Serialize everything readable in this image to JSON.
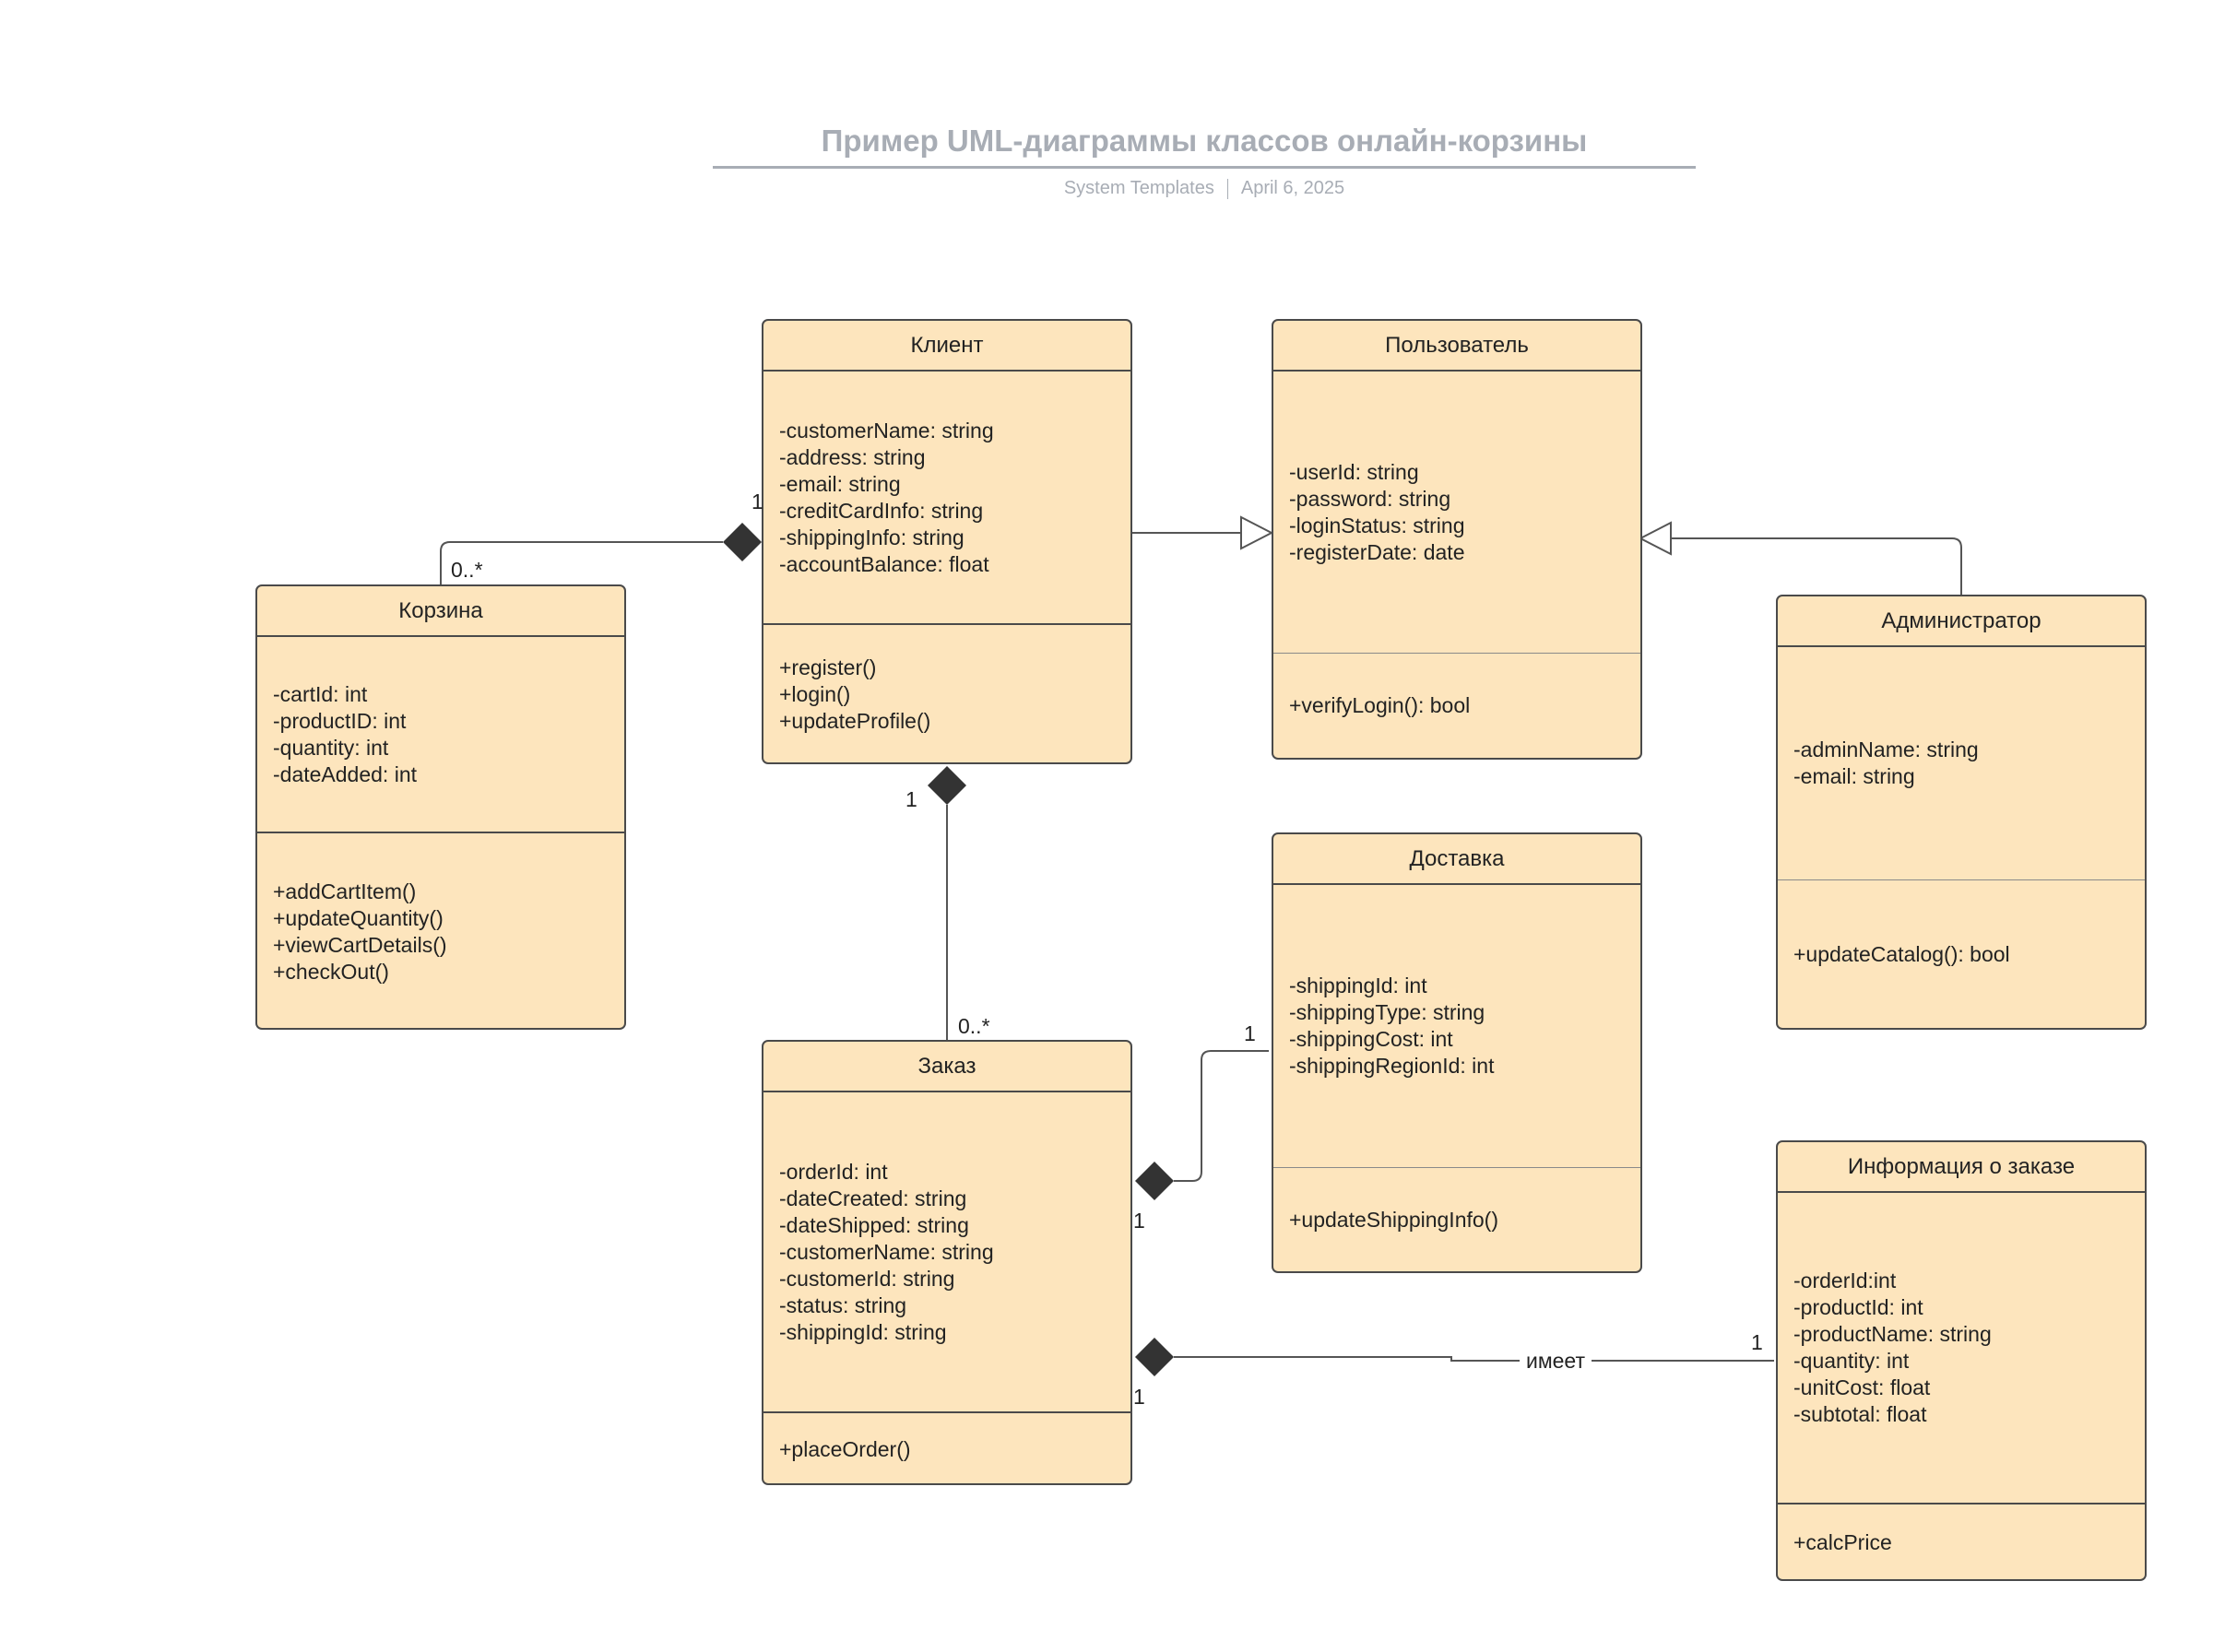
{
  "diagram": {
    "title": "Пример UML-диаграммы классов онлайн-корзины",
    "author": "System Templates",
    "date": "April 6, 2025"
  },
  "classes": {
    "klient": {
      "name": "Клиент",
      "attributes": [
        "-customerName: string",
        "-address: string",
        "-email: string",
        "-creditCardInfo: string",
        "-shippingInfo: string",
        "-accountBalance: float"
      ],
      "operations": [
        "+register()",
        "+login()",
        "+updateProfile()"
      ]
    },
    "polzovatel": {
      "name": "Пользователь",
      "attributes": [
        "-userId: string",
        "-password: string",
        "-loginStatus: string",
        "-registerDate: date"
      ],
      "operations": [
        "+verifyLogin(): bool"
      ]
    },
    "korzina": {
      "name": "Корзина",
      "attributes": [
        "-cartId: int",
        "-productID: int",
        "-quantity: int",
        "-dateAdded: int"
      ],
      "operations": [
        "+addCartItem()",
        "+updateQuantity()",
        "+viewCartDetails()",
        "+checkOut()"
      ]
    },
    "administrator": {
      "name": "Администратор",
      "attributes": [
        "-adminName: string",
        "-email: string"
      ],
      "operations": [
        "+updateCatalog(): bool"
      ]
    },
    "dostavka": {
      "name": "Доставка",
      "attributes": [
        "-shippingId: int",
        "-shippingType: string",
        "-shippingCost: int",
        "-shippingRegionId: int"
      ],
      "operations": [
        "+updateShippingInfo()"
      ]
    },
    "zakaz": {
      "name": "Заказ",
      "attributes": [
        "-orderId: int",
        "-dateCreated: string",
        "-dateShipped: string",
        "-customerName: string",
        "-customerId: string",
        "-status: string",
        "-shippingId: string"
      ],
      "operations": [
        "+placeOrder()"
      ]
    },
    "info": {
      "name": "Информация о заказе",
      "attributes": [
        "-orderId:int",
        "-productId: int",
        "-productName: string",
        "-quantity: int",
        "-unitCost: float",
        "-subtotal: float"
      ],
      "operations": [
        "+calcPrice"
      ]
    }
  },
  "relationships": {
    "klient_korzina": {
      "type": "composition",
      "source_mult": "1",
      "target_mult": "0..*"
    },
    "klient_polzovatel": {
      "type": "generalization"
    },
    "administrator_polzovatel": {
      "type": "generalization"
    },
    "klient_zakaz": {
      "type": "composition",
      "source_mult": "1",
      "target_mult": "0..*"
    },
    "zakaz_dostavka": {
      "type": "composition",
      "source_mult": "1",
      "target_mult": "1"
    },
    "zakaz_info": {
      "type": "composition",
      "source_mult": "1",
      "target_mult": "1",
      "label": "имеет"
    }
  },
  "colors": {
    "class_fill": "#fde5bd",
    "class_border": "#4a4a4a",
    "connector": "#555555",
    "diamond": "#333333",
    "title": "#a8adb5"
  }
}
